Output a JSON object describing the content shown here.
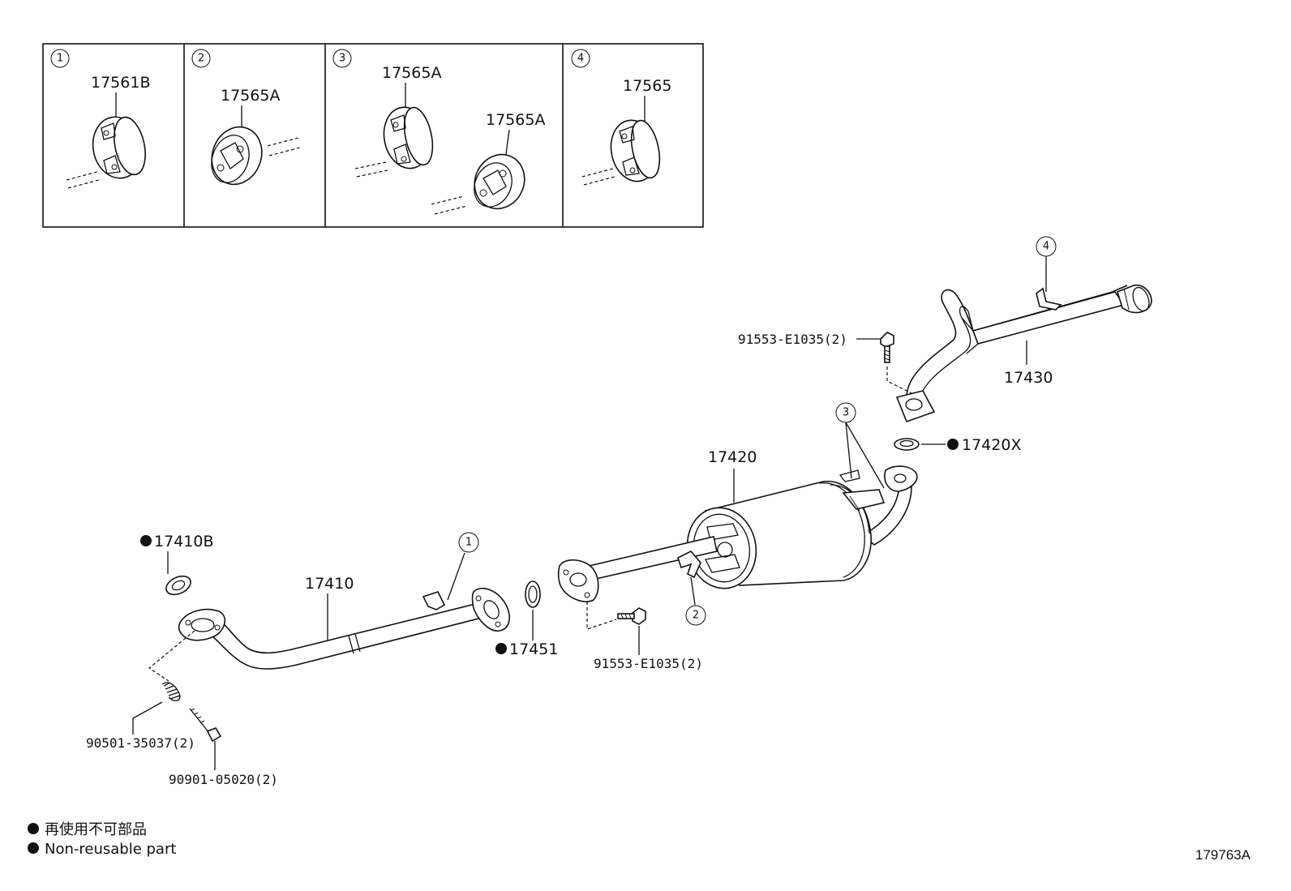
{
  "insets": [
    {
      "num": "1",
      "parts": [
        "17561B"
      ]
    },
    {
      "num": "2",
      "parts": [
        "17565A"
      ]
    },
    {
      "num": "3",
      "parts": [
        "17565A",
        "17565A"
      ]
    },
    {
      "num": "4",
      "parts": [
        "17565"
      ]
    }
  ],
  "labels": {
    "p17430": "17430",
    "p91553_top": "91553-E1035(2)",
    "p17420X": "17420X",
    "p17420": "17420",
    "p17410B": "17410B",
    "p17410": "17410",
    "p17451": "17451",
    "p91553_bottom": "91553-E1035(2)",
    "p90501": "90501-35037(2)",
    "p90901": "90901-05020(2)"
  },
  "callouts": {
    "c1": "1",
    "c2": "2",
    "c3": "3",
    "c4": "4"
  },
  "legend": {
    "line_jp": "再使用不可部品",
    "line_en": "Non-reusable part"
  },
  "figure_code": "179763A"
}
